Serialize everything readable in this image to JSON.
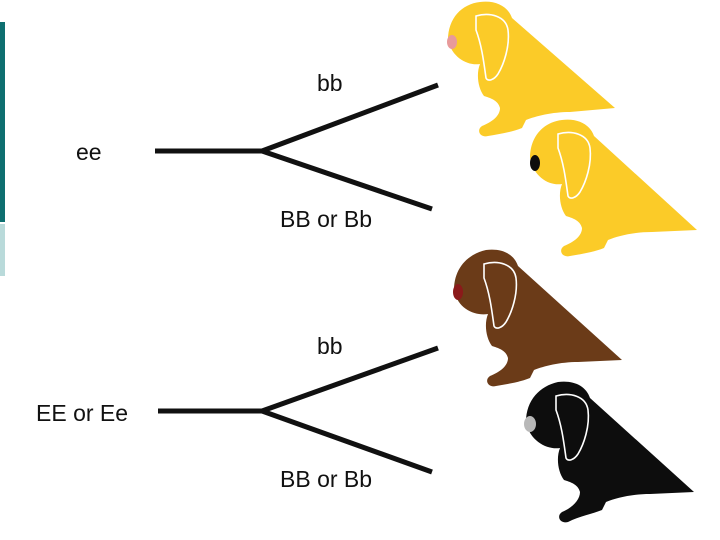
{
  "colors": {
    "yellow": "#fbcb28",
    "brown": "#6b3b18",
    "black": "#0d0d0d",
    "line": "#111111",
    "accent_bar_top": "#0e6f70",
    "accent_bar_bottom": "#b9dada"
  },
  "branches": [
    {
      "genotype_e": "ee",
      "upper_genotype_b": "bb",
      "lower_genotype_b": "BB or Bb",
      "upper_dog": {
        "coat": "yellow",
        "nose": "pink"
      },
      "lower_dog": {
        "coat": "yellow",
        "nose": "black"
      }
    },
    {
      "genotype_e": "EE or Ee",
      "upper_genotype_b": "bb",
      "lower_genotype_b": "BB or Bb",
      "upper_dog": {
        "coat": "brown",
        "nose": "dark-red"
      },
      "lower_dog": {
        "coat": "black",
        "nose": "grey"
      }
    }
  ]
}
